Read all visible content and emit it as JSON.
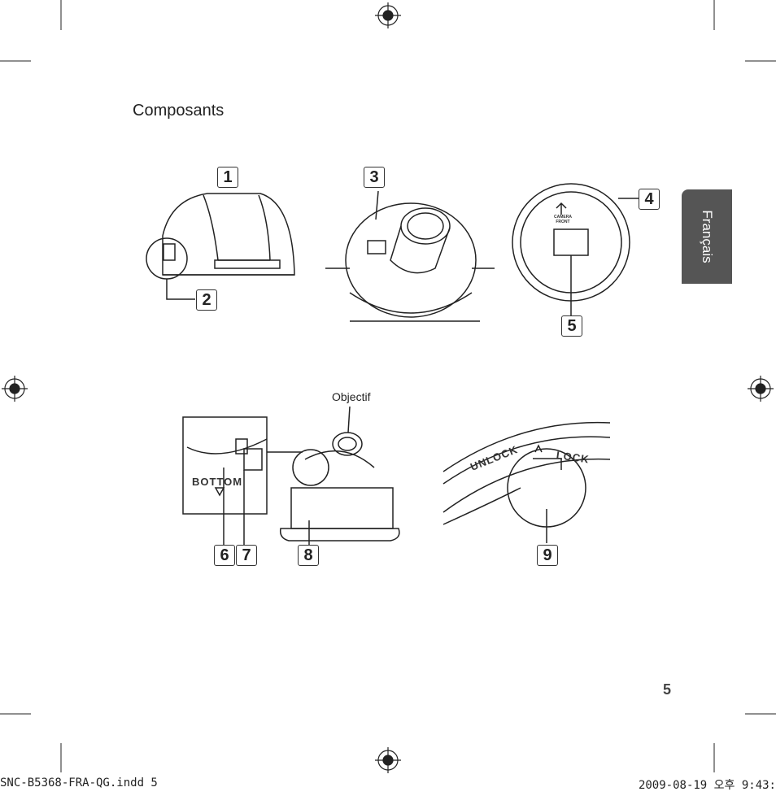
{
  "page": {
    "title": "Composants",
    "language_tab": "Français",
    "page_number": "5",
    "lens_label": "Objectif",
    "bottom_label": "BOTTOM",
    "unlock_label": "UNLOCK",
    "lock_label": "LOCK",
    "camera_front_label": "CAMERA FRONT"
  },
  "callouts": [
    "1",
    "2",
    "3",
    "4",
    "5",
    "6",
    "7",
    "8",
    "9"
  ],
  "footer": {
    "left": "SNC-B5368-FRA-QG.indd   5",
    "right": "2009-08-19   오후 9:43:"
  }
}
